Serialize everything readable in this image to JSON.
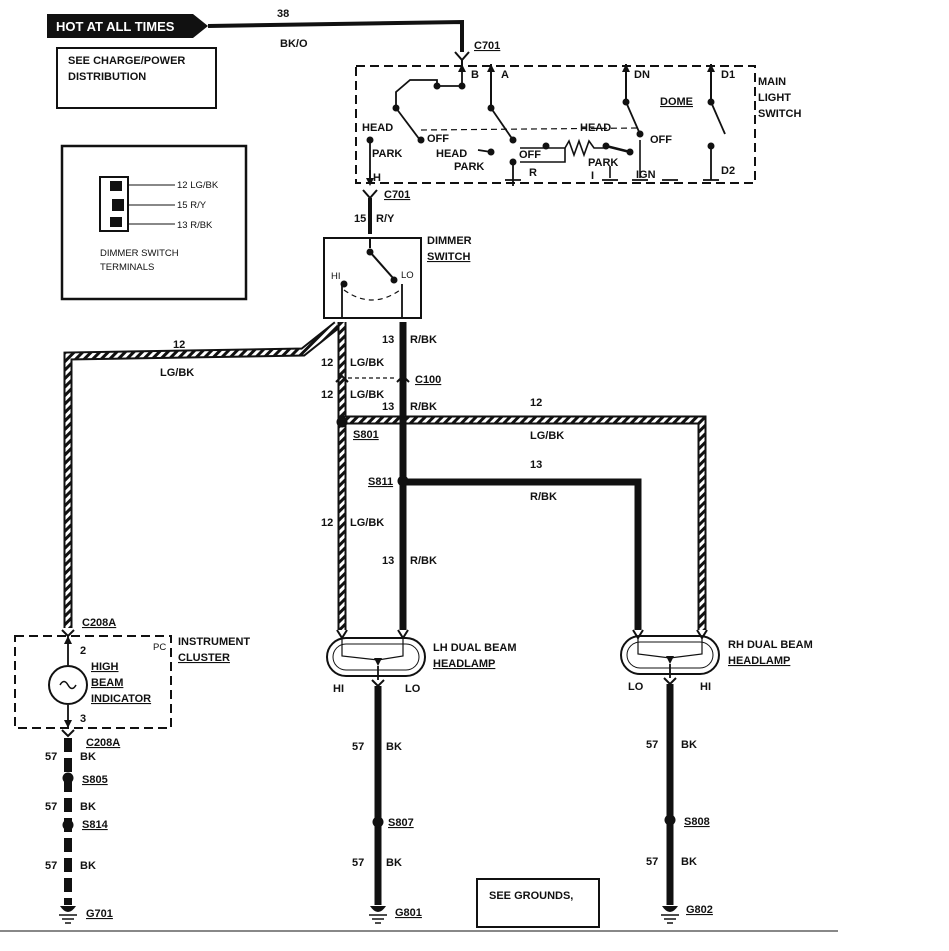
{
  "hot": {
    "label": "HOT AT ALL TIMES",
    "circuit": "38",
    "color": "BK/O"
  },
  "boxes": {
    "charge": [
      "SEE CHARGE/POWER",
      "DISTRIBUTION"
    ],
    "grounds": "SEE GROUNDS,"
  },
  "terminals": {
    "caption": [
      "DIMMER SWITCH",
      "TERMINALS"
    ],
    "t1": "12 LG/BK",
    "t2": "15 R/Y",
    "t3": "13 R/BK"
  },
  "main_switch": {
    "title": [
      "MAIN",
      "LIGHT",
      "SWITCH"
    ],
    "connector": "C701",
    "connector_bottom": "C701",
    "B": "B",
    "A": "A",
    "DN": "DN",
    "D1": "D1",
    "D2": "D2",
    "H": "H",
    "R": "R",
    "I": "I",
    "IGN": "IGN",
    "DOME": "DOME",
    "head": "HEAD",
    "off": "OFF",
    "park": "PARK"
  },
  "dimmer": {
    "title": [
      "DIMMER",
      "SWITCH"
    ],
    "hi": "HI",
    "lo": "LO",
    "feed_circuit": "15",
    "feed_color": "R/Y"
  },
  "wires": {
    "c12": "12",
    "c13": "13",
    "c57": "57",
    "lgbk": "LG/BK",
    "rbk": "R/BK",
    "bk": "BK"
  },
  "connectors": {
    "c100": "C100",
    "c208a": "C208A"
  },
  "splices": {
    "s801": "S801",
    "s811": "S811",
    "s805": "S805",
    "s814": "S814",
    "s807": "S807",
    "s808": "S808"
  },
  "grounds": {
    "g701": "G701",
    "g801": "G801",
    "g802": "G802"
  },
  "cluster": {
    "title": [
      "INSTRUMENT",
      "CLUSTER"
    ],
    "pc": "PC",
    "indicator": [
      "HIGH",
      "BEAM",
      "INDICATOR"
    ],
    "pin2": "2",
    "pin3": "3"
  },
  "lh_lamp": {
    "title": [
      "LH DUAL BEAM",
      "HEADLAMP"
    ],
    "hi": "HI",
    "lo": "LO"
  },
  "rh_lamp": {
    "title": [
      "RH DUAL BEAM",
      "HEADLAMP"
    ],
    "hi": "HI",
    "lo": "LO"
  }
}
